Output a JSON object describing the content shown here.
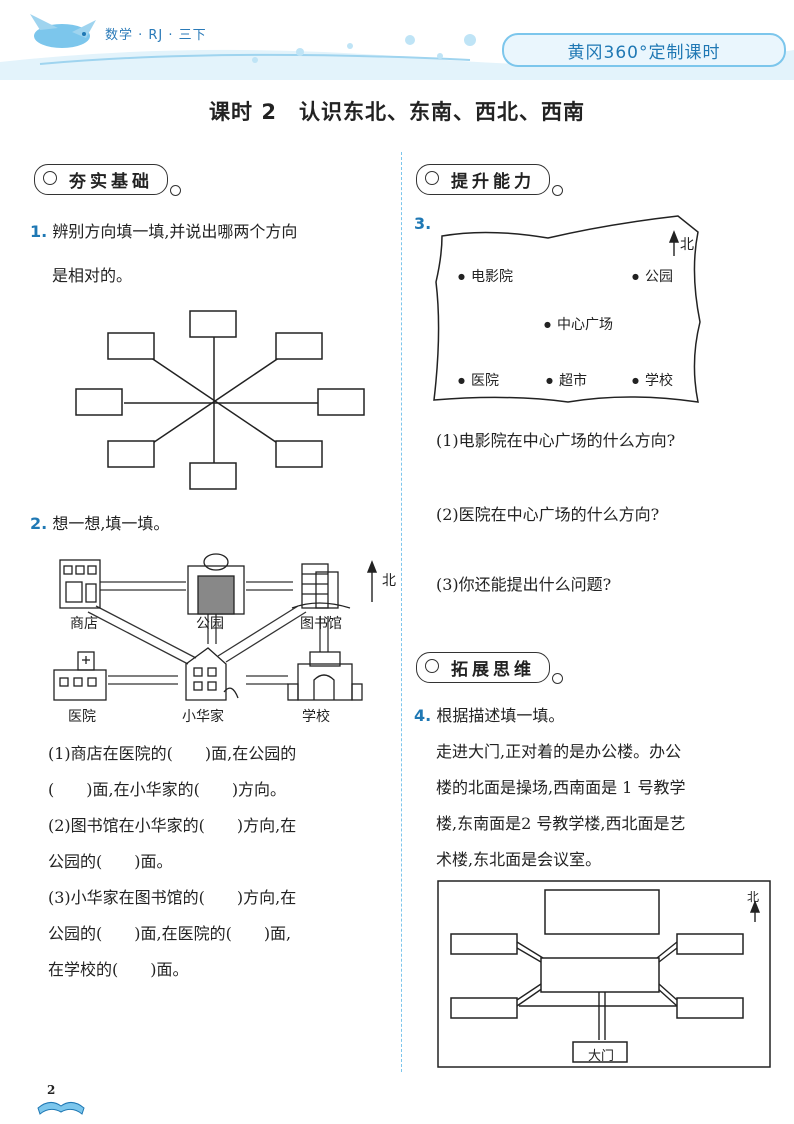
{
  "header": {
    "series": "数学 · RJ · 三下",
    "brand": "黄冈360°定制课时"
  },
  "lesson_title": "课时 2　认识东北、东南、西北、西南",
  "left": {
    "section1_tag": "夯实基础",
    "q1": {
      "num": "1.",
      "line1": "辨别方向填一填,并说出哪两个方向",
      "line2": "是相对的。"
    },
    "q2": {
      "num": "2.",
      "text": "想一想,填一填。",
      "north": "北",
      "places": {
        "shop": "商店",
        "park": "公园",
        "library": "图书馆",
        "hospital": "医院",
        "home": "小华家",
        "school": "学校"
      },
      "lines": [
        "(1)商店在医院的(　　)面,在公园的",
        "(　　)面,在小华家的(　　)方向。",
        "(2)图书馆在小华家的(　　)方向,在",
        "公园的(　　)面。",
        "(3)小华家在图书馆的(　　)方向,在",
        "公园的(　　)面,在医院的(　　)面,",
        "在学校的(　　)面。"
      ]
    }
  },
  "right": {
    "section2_tag": "提升能力",
    "q3": {
      "num": "3.",
      "north": "北",
      "map_points": [
        "电影院",
        "公园",
        "中心广场",
        "医院",
        "超市",
        "学校"
      ],
      "lines": [
        "(1)电影院在中心广场的什么方向?",
        "(2)医院在中心广场的什么方向?",
        "(3)你还能提出什么问题?"
      ]
    },
    "section3_tag": "拓展思维",
    "q4": {
      "num": "4.",
      "text": "根据描述填一填。",
      "lines": [
        "走进大门,正对着的是办公楼。办公",
        "楼的北面是操场,西南面是 1 号教学",
        "楼,东南面是2 号教学楼,西北面是艺",
        "术楼,东北面是会议室。"
      ],
      "gate": "大门",
      "north": "北"
    }
  },
  "page_number": "2"
}
